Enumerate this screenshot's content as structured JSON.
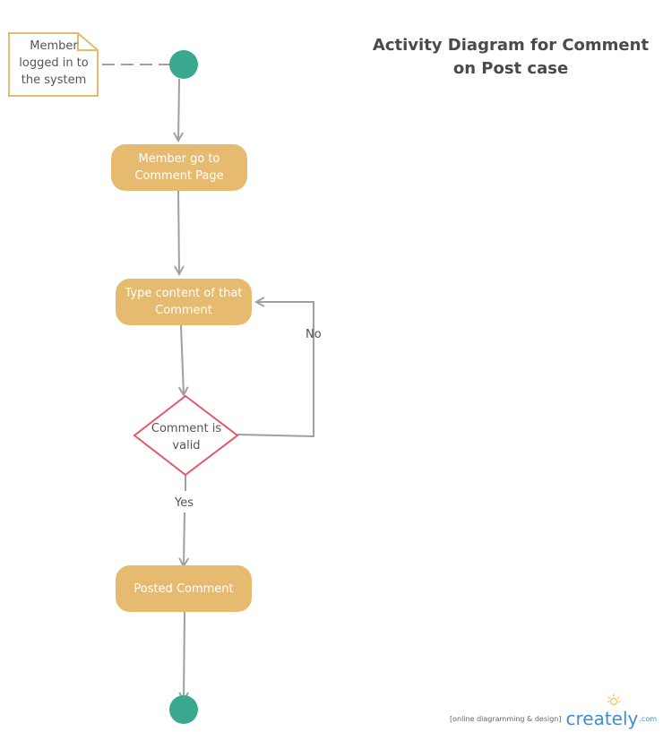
{
  "title": "Activity Diagram for Comment on Post case",
  "note": {
    "text": "Member logged in to the system"
  },
  "activities": [
    {
      "label": "Member go to Comment Page"
    },
    {
      "label": "Type content of that Comment"
    },
    {
      "label": "Posted Comment"
    }
  ],
  "decision": {
    "label": "Comment is valid"
  },
  "guards": {
    "no": "No",
    "yes": "Yes"
  },
  "nodes": {
    "initial": "initial-node",
    "final": "final-node"
  },
  "footer": {
    "tagline": "[online diagramming & design]",
    "brand": "creately",
    "suffix": ".com"
  },
  "colors": {
    "activity_fill": "#e6bb6f",
    "node_fill": "#3aa88f",
    "decision_stroke": "#e05b66",
    "note_stroke": "#e6bb6f",
    "connector": "#a0a0a0",
    "brand": "#3f8fd0"
  }
}
